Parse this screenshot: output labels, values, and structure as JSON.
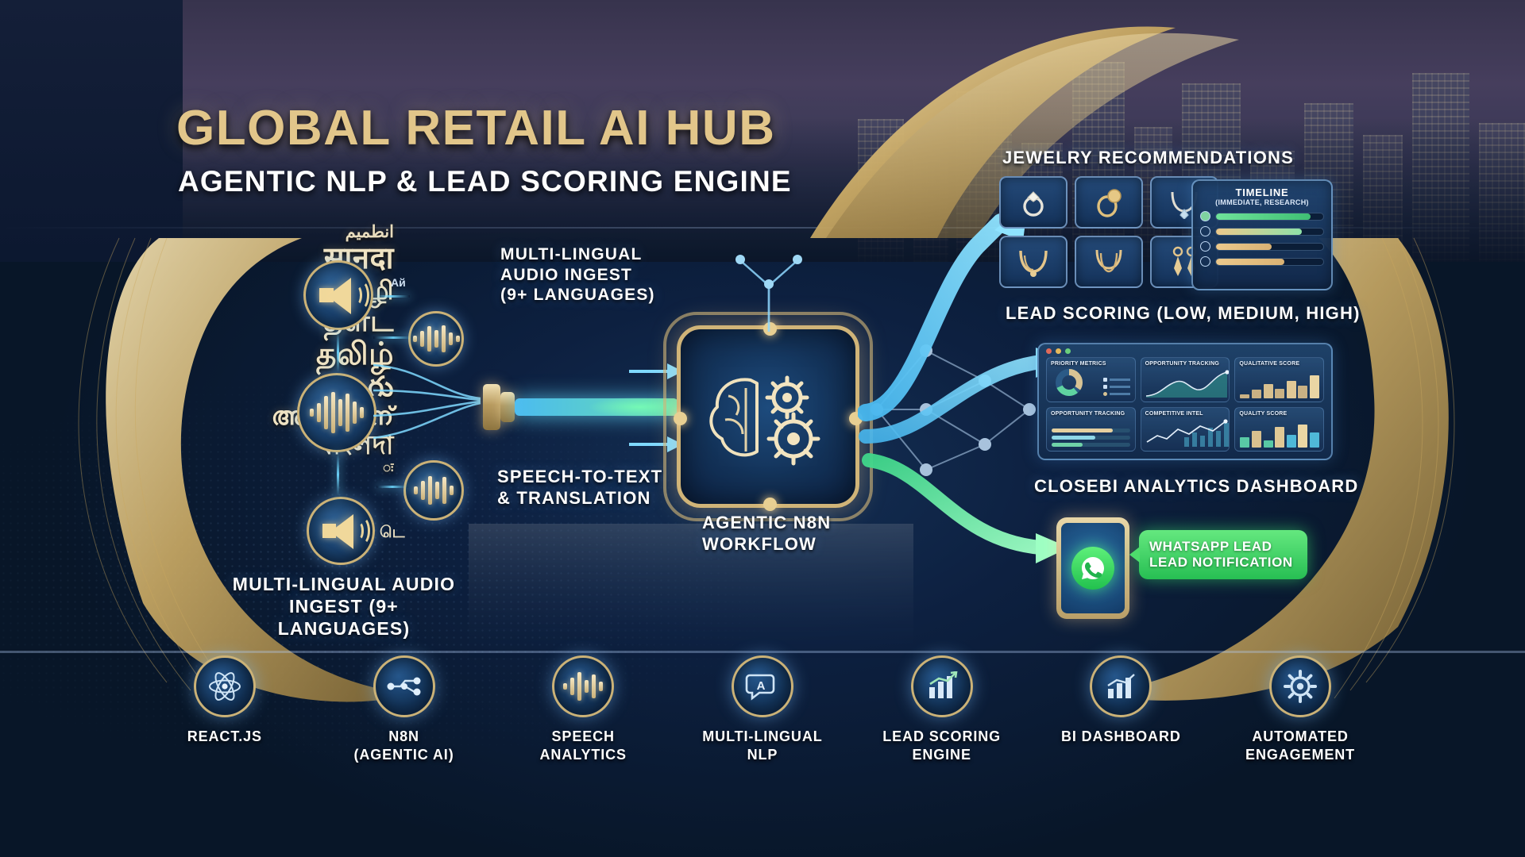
{
  "header": {
    "title": "GLOBAL RETAIL AI HUB",
    "subtitle": "AGENTIC NLP & LEAD SCORING ENGINE",
    "title_color": "#e2c68a",
    "subtitle_color": "#ffffff"
  },
  "languages": {
    "lines": [
      "انطمیم",
      "सानदा",
      "முழி",
      "தள்ட",
      "தலிழ்",
      "తెలుగు",
      "അലളകന്",
      "বাংলদা",
      "ः"
    ],
    "small_marks": [
      "Ай",
      "டெ"
    ]
  },
  "captions": {
    "multilingual_top": "MULTI-LINGUAL\nAUDIO INGEST\n(9+ LANGUAGES)",
    "multilingual_top_lines": [
      "MULTI-LINGUAL",
      "AUDIO INGEST",
      "(9+ LANGUAGES)"
    ],
    "multilingual_bottom_lines": [
      "MULTI-LINGUAL AUDIO",
      "INGEST (9+ LANGUAGES)"
    ],
    "speech_lines": [
      "SPEECH-TO-TEXT",
      "& TRANSLATION"
    ],
    "workflow_lines": [
      "AGENTIC n8n",
      "WORKFLOW"
    ],
    "jewelry": "JEWELRY RECOMMENDATIONS",
    "lead_scoring": "LEAD SCORING (LOW, MEDIUM, HIGH)",
    "dashboard": "CLOSEBI ANALYTICS DASHBOARD"
  },
  "timeline": {
    "title": "TIMELINE",
    "subtitle": "(IMMEDIATE, RESEARCH)",
    "rows": [
      {
        "icon": "person-icon",
        "fill": 88,
        "color": "#5fd98a"
      },
      {
        "icon": "badge-icon",
        "fill": 80,
        "color": "#e8c485"
      },
      {
        "icon": "thumbs-up-icon",
        "fill": 52,
        "color": "#e8c485"
      },
      {
        "icon": "tag-icon",
        "fill": 64,
        "color": "#e8c485"
      }
    ]
  },
  "jewelry_items": [
    {
      "name": "solitaire-ring-icon"
    },
    {
      "name": "gold-ring-icon"
    },
    {
      "name": "pendant-necklace-icon"
    },
    {
      "name": "chain-necklace-icon"
    },
    {
      "name": "layered-necklace-icon"
    },
    {
      "name": "drop-earrings-icon"
    }
  ],
  "dashboard": {
    "window_dots": [
      "#e06a5a",
      "#e5b95c",
      "#6bcf7c"
    ],
    "tiles": [
      {
        "label": "PRIORITY METRICS",
        "chart": "donut"
      },
      {
        "label": "OPPORTUNITY TRACKING",
        "chart": "area"
      },
      {
        "label": "QUALITATIVE SCORE",
        "chart": "bars"
      },
      {
        "label": "OPPORTUNITY TRACKING",
        "chart": "progress"
      },
      {
        "label": "COMPETITIVE INTEL",
        "chart": "line"
      },
      {
        "label": "QUALITY SCORE",
        "chart": "bars"
      }
    ]
  },
  "whatsapp": {
    "icon": "whatsapp-icon",
    "lines": [
      "WHATSAPP LEAD",
      "LEAD NOTIFICATION"
    ],
    "color": "#27bf53"
  },
  "tech_strip": [
    {
      "icon": "react-icon",
      "label_lines": [
        "REACT.js"
      ]
    },
    {
      "icon": "n8n-icon",
      "label_lines": [
        "n8n",
        "(AGENTIC AI)"
      ]
    },
    {
      "icon": "waveform-icon",
      "label_lines": [
        "SPEECH",
        "ANALYTICS"
      ]
    },
    {
      "icon": "translate-chat-icon",
      "label_lines": [
        "MULTI-LINGUAL",
        "NLP"
      ]
    },
    {
      "icon": "chart-up-icon",
      "label_lines": [
        "LEAD SCORING",
        "ENGINE"
      ]
    },
    {
      "icon": "bar-chart-icon",
      "label_lines": [
        "BI DASHBOARD"
      ]
    },
    {
      "icon": "gear-icon",
      "label_lines": [
        "AUTOMATED",
        "ENGAGEMENT"
      ]
    }
  ],
  "theme": {
    "gold": "#cbb277",
    "cyan": "#6ed0ff",
    "green": "#5ef09a",
    "navy": "#0d2040"
  }
}
